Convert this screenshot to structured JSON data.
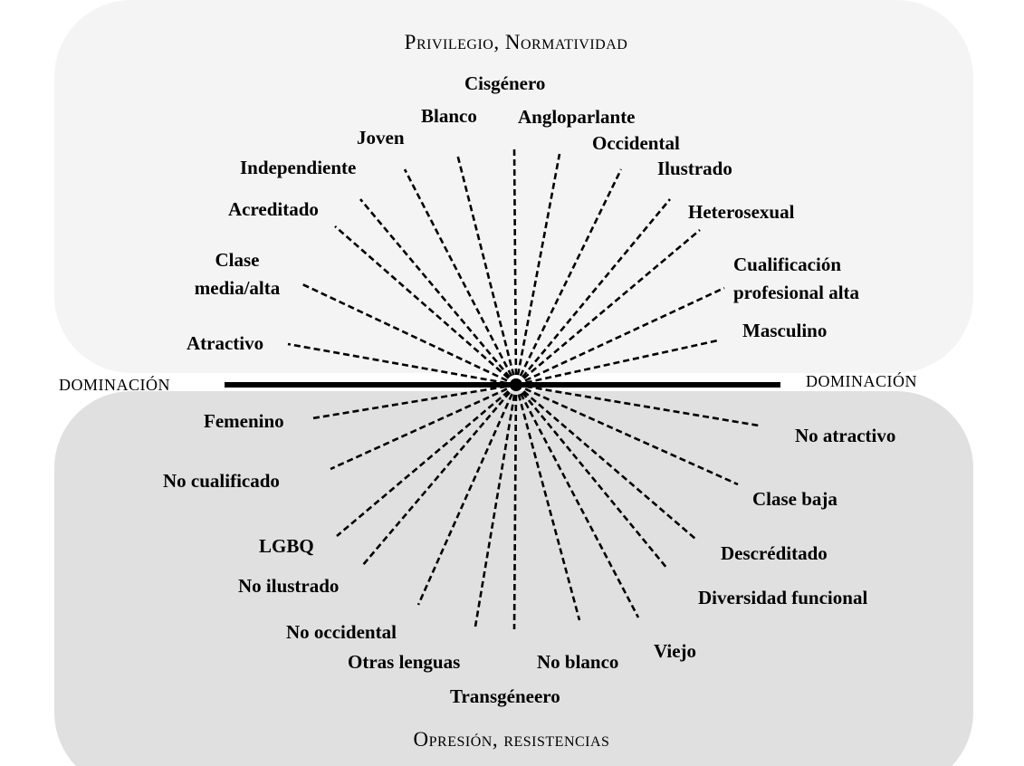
{
  "titles": {
    "top": "Privilegio, Normatividad",
    "bottom": "Opresión, resistencias",
    "axis_left": "DOMINACIÓN",
    "axis_right": "DOMINACIÓN"
  },
  "privilege": [
    [
      "Atractivo"
    ],
    [
      "Clase",
      "media/alta"
    ],
    [
      "Acreditado"
    ],
    [
      "Independiente"
    ],
    [
      "Joven"
    ],
    [
      "Blanco"
    ],
    [
      "Cisgénero"
    ],
    [
      "Angloparlante"
    ],
    [
      "Occidental"
    ],
    [
      "Ilustrado"
    ],
    [
      "Heterosexual"
    ],
    [
      "Cualificación",
      "profesional alta"
    ],
    [
      "Masculino"
    ]
  ],
  "oppression": [
    [
      "Femenino"
    ],
    [
      "No cualificado"
    ],
    [
      "LGBQ"
    ],
    [
      "No ilustrado"
    ],
    [
      "No occidental"
    ],
    [
      "Otras lenguas"
    ],
    [
      "Transgéneero"
    ],
    [
      "No blanco"
    ],
    [
      "Viejo"
    ],
    [
      "Diversidad funcional"
    ],
    [
      "Descréditado"
    ],
    [
      "Clase baja"
    ],
    [
      "No atractivo"
    ]
  ],
  "colors": {
    "top_panel": "#f4f4f4",
    "bottom_panel": "#e0e0e0",
    "lines": "#000000"
  }
}
